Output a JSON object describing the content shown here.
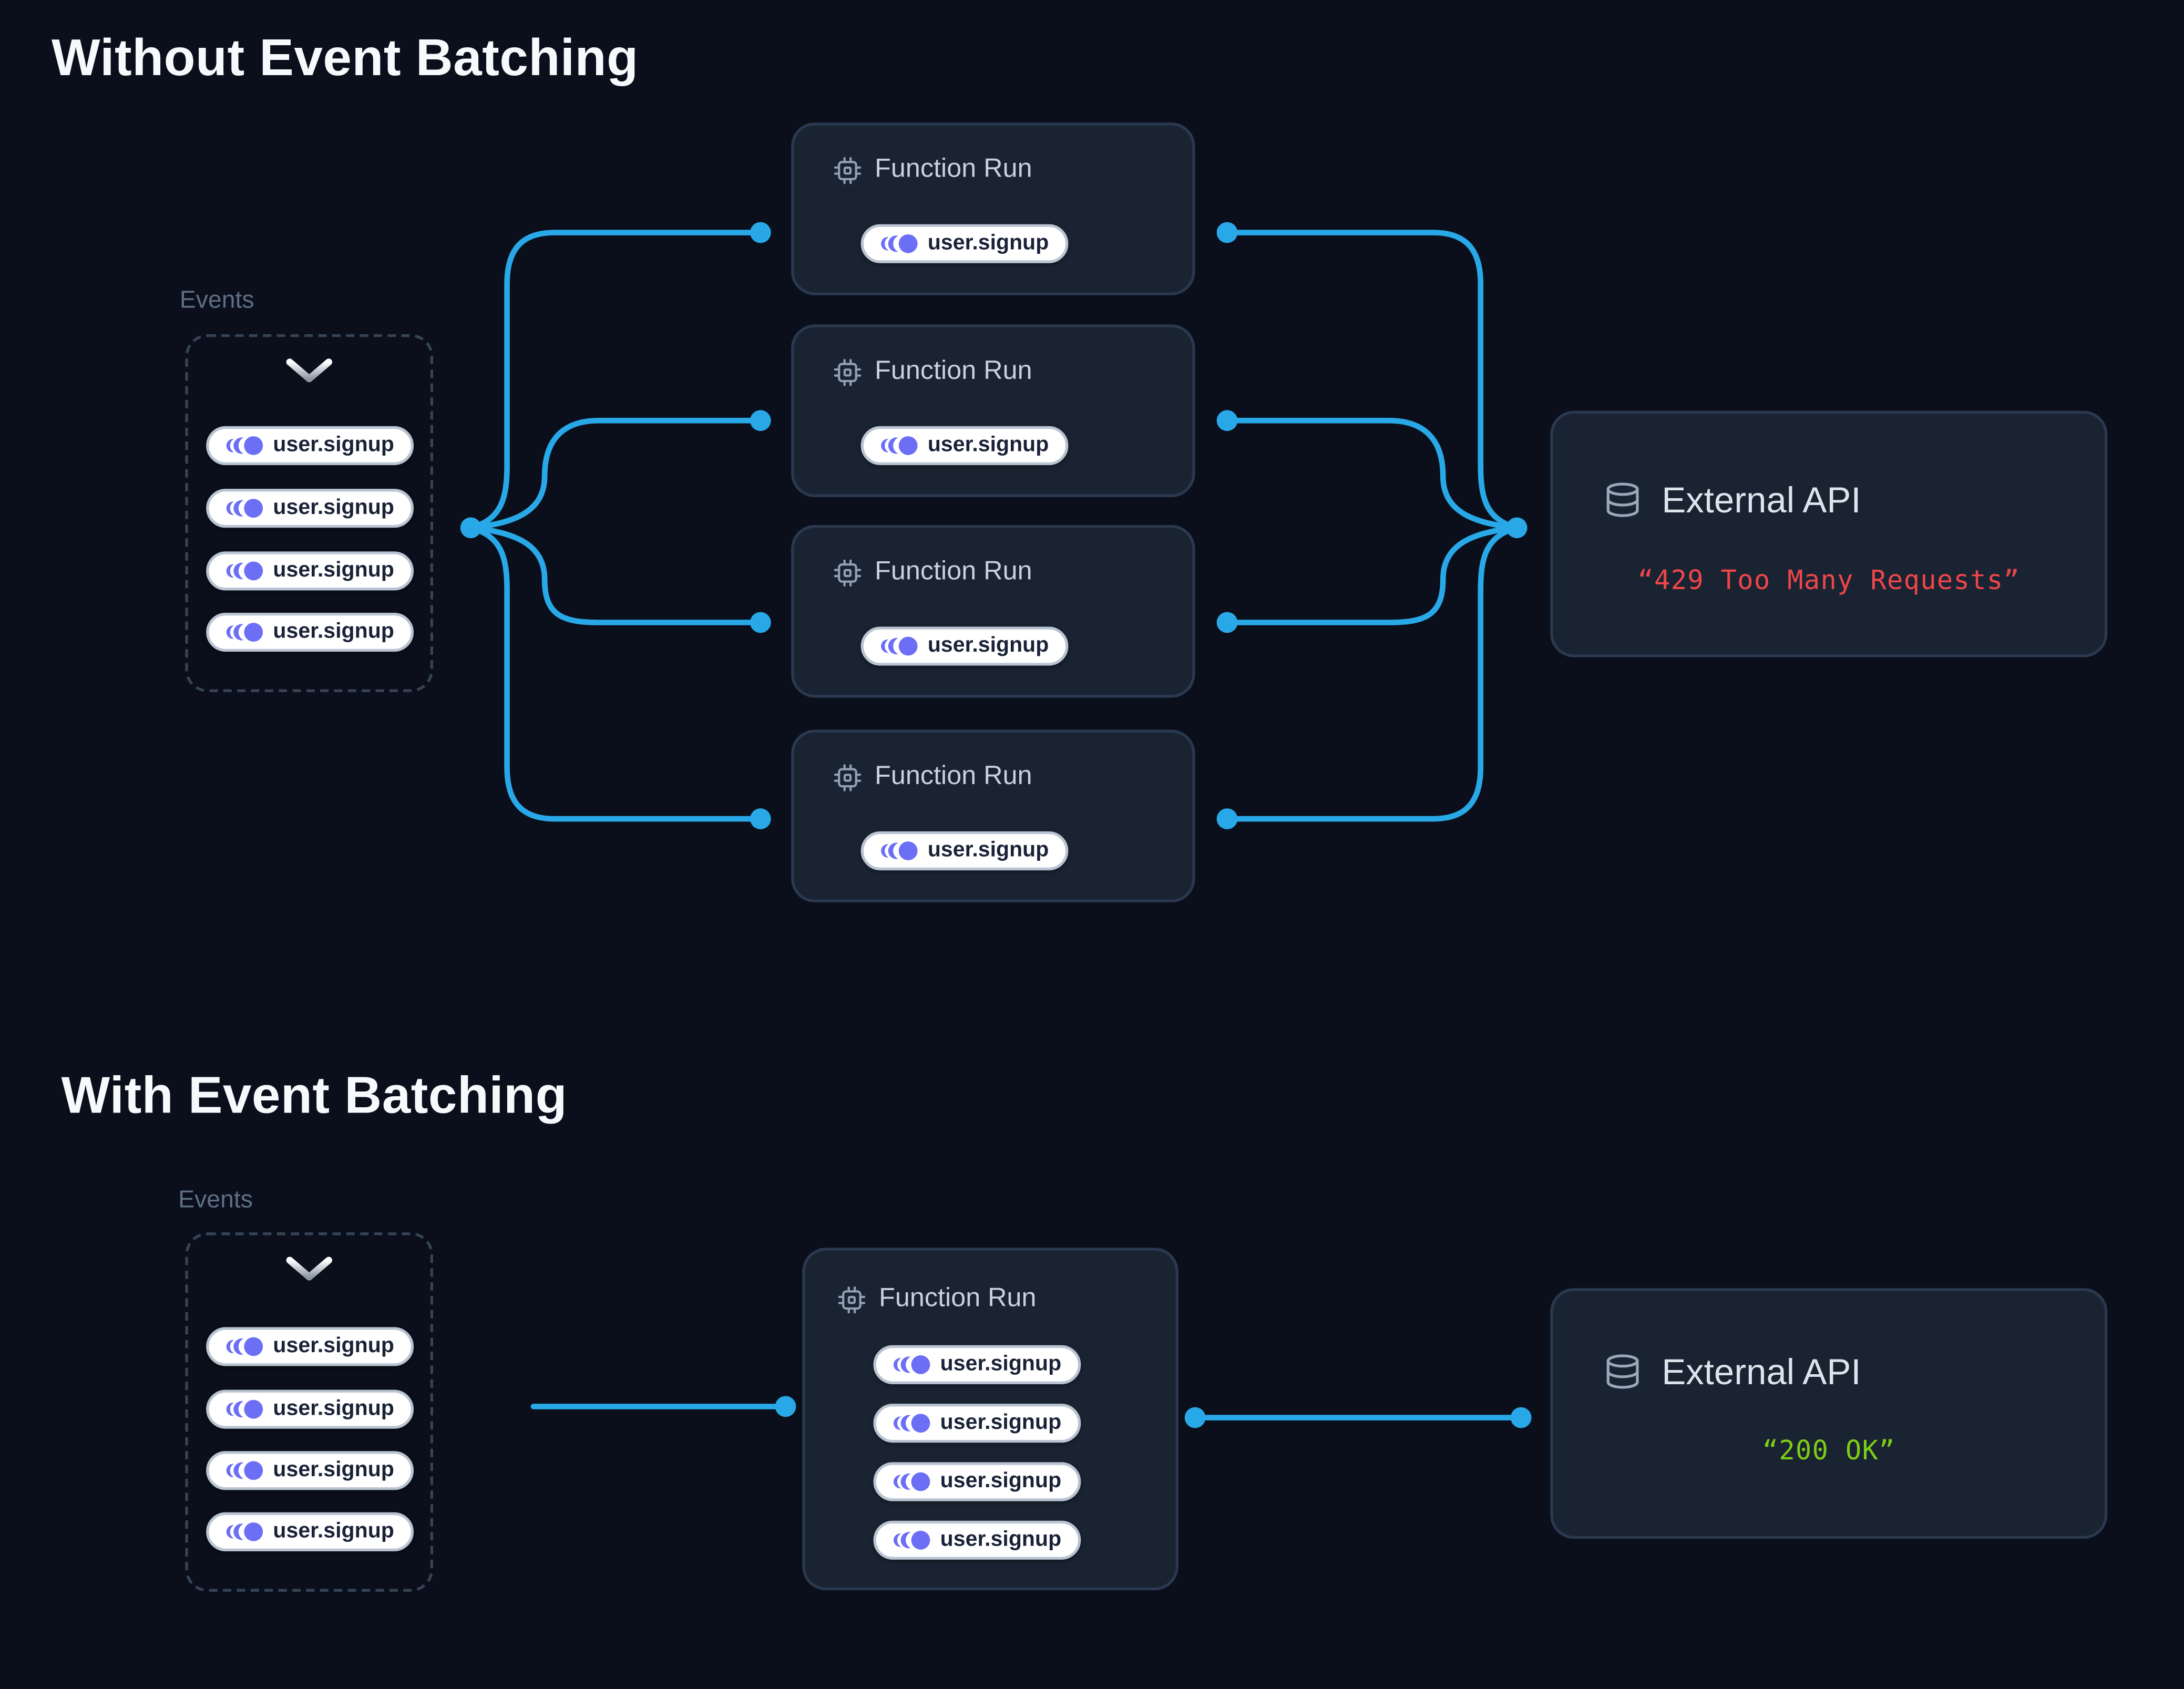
{
  "colors": {
    "background": "#0a0f1b",
    "card_background": "#1a2331",
    "accent_wire": "#29a8e8",
    "event_icon_purple": "#6c6ff5",
    "error_red": "#ee4649",
    "success_green": "#7ccd17"
  },
  "sections": [
    {
      "title": "Without Event Batching",
      "events": {
        "label": "Events",
        "items": [
          "user.signup",
          "user.signup",
          "user.signup",
          "user.signup"
        ]
      },
      "function_runs": [
        {
          "title": "Function Run",
          "events": [
            "user.signup"
          ]
        },
        {
          "title": "Function Run",
          "events": [
            "user.signup"
          ]
        },
        {
          "title": "Function Run",
          "events": [
            "user.signup"
          ]
        },
        {
          "title": "Function Run",
          "events": [
            "user.signup"
          ]
        }
      ],
      "api": {
        "title": "External API",
        "response": "“429 Too Many Requests”",
        "status": "error"
      }
    },
    {
      "title": "With Event Batching",
      "events": {
        "label": "Events",
        "items": [
          "user.signup",
          "user.signup",
          "user.signup",
          "user.signup"
        ]
      },
      "function_runs": [
        {
          "title": "Function Run",
          "events": [
            "user.signup",
            "user.signup",
            "user.signup",
            "user.signup"
          ]
        }
      ],
      "api": {
        "title": "External API",
        "response": "“200 OK”",
        "status": "success"
      }
    }
  ]
}
